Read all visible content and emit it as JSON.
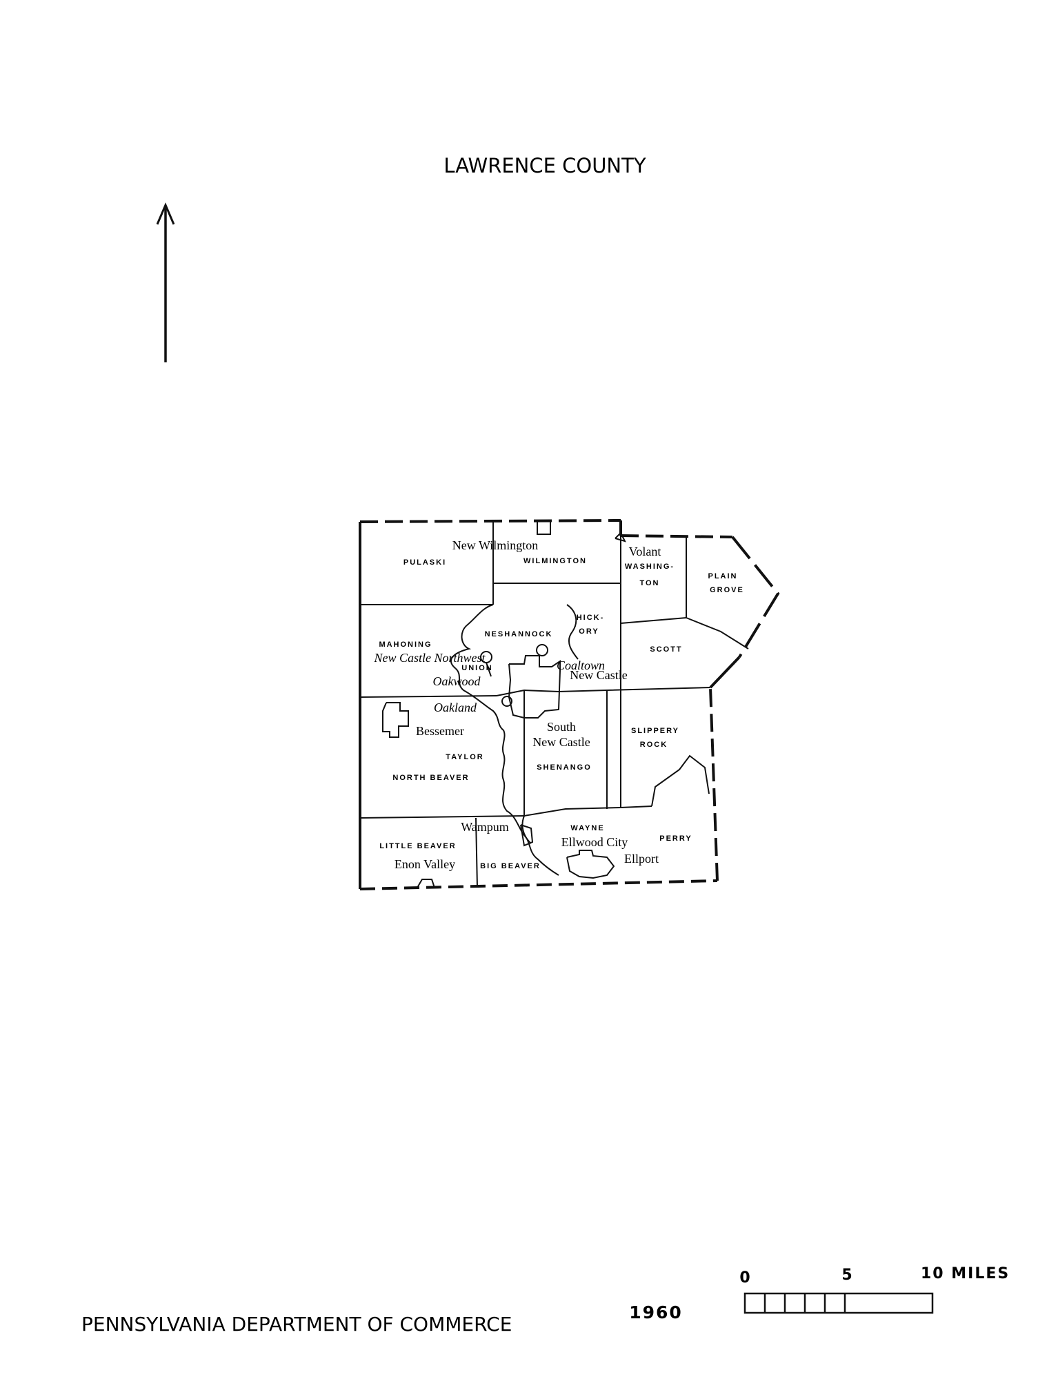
{
  "title": "LAWRENCE COUNTY",
  "footer": {
    "publisher": "PENNSYLVANIA DEPARTMENT OF COMMERCE",
    "year": "1960"
  },
  "scale": {
    "tick_0": "0",
    "tick_5": "5",
    "tick_10": "10 MILES"
  },
  "townships": {
    "pulaski": "PULASKI",
    "wilmington": "WILMINGTON",
    "washington_1": "WASHING-",
    "washington_2": "TON",
    "plain_grove_1": "PLAIN",
    "plain_grove_2": "GROVE",
    "neshannock": "NESHANNOCK",
    "hickory_1": "HICK-",
    "hickory_2": "ORY",
    "mahoning": "MAHONING",
    "union": "UNION",
    "scott": "SCOTT",
    "slippery_rock_1": "SLIPPERY",
    "slippery_rock_2": "ROCK",
    "taylor": "TAYLOR",
    "north_beaver": "NORTH BEAVER",
    "shenango": "SHENANGO",
    "wayne": "WAYNE",
    "perry": "PERRY",
    "little_beaver": "LITTLE BEAVER",
    "big_beaver": "BIG BEAVER"
  },
  "places": {
    "new_wilmington": "New Wilmington",
    "volant": "Volant",
    "new_castle_northwest": "New Castle Northwest",
    "coaltown": "Coaltown",
    "oakwood": "Oakwood",
    "new_castle": "New Castle",
    "oakland": "Oakland",
    "bessemer": "Bessemer",
    "south_new_castle_1": "South",
    "south_new_castle_2": "New Castle",
    "wampum": "Wampum",
    "ellwood_city": "Ellwood City",
    "ellport": "Ellport",
    "enon_valley": "Enon Valley"
  }
}
